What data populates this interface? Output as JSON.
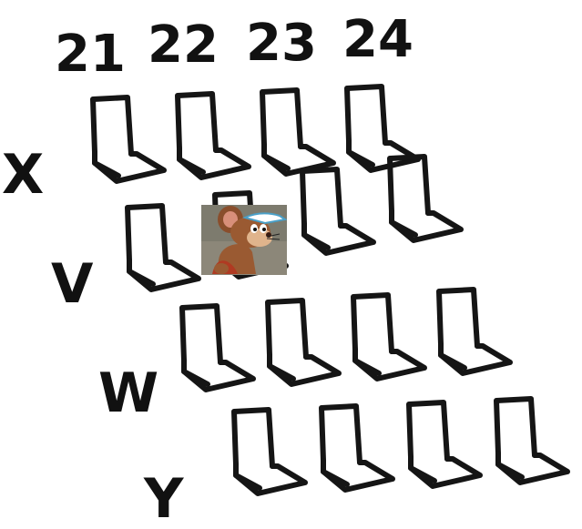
{
  "seat_columns": [
    "21",
    "22",
    "23",
    "24"
  ],
  "seat_rows": [
    "X",
    "V",
    "W",
    "Y"
  ],
  "chairs_per_row": 4,
  "occupied_seat": {
    "row": "V",
    "column": "22",
    "occupant": "cartoon-mouse"
  },
  "colors": {
    "ink": "#151515",
    "background": "#ffffff"
  }
}
